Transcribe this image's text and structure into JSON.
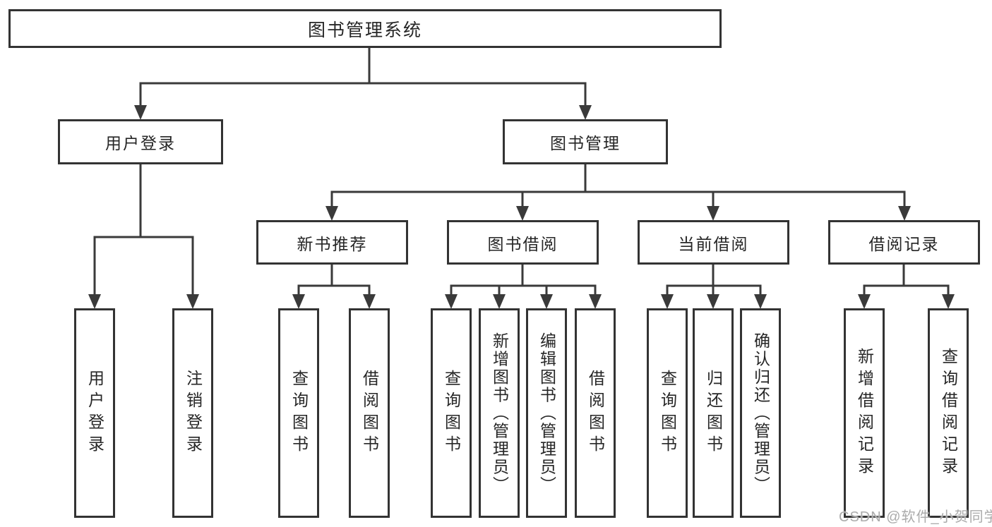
{
  "nodes": {
    "root": "图书管理系统",
    "user_login": "用户登录",
    "book_mgmt": "图书管理",
    "new_book_rec": "新书推荐",
    "book_borrow": "图书借阅",
    "current_borrow": "当前借阅",
    "borrow_record": "借阅记录",
    "ul_user_login": "用户登录",
    "ul_logout": "注销登录",
    "nr_query_book": "查询图书",
    "nr_borrow_book": "借阅图书",
    "bb_query_book": "查询图书",
    "bb_add_book": "新增图书（管理员）",
    "bb_edit_book": "编辑图书（管理员）",
    "bb_borrow_book": "借阅图书",
    "cb_query_book": "查询图书",
    "cb_return_book": "归还图书",
    "cb_confirm_return": "确认归还（管理员）",
    "br_add_record": "新增借阅记录",
    "br_query_record": "查询借阅记录"
  },
  "watermark": "CSDN @软件_小贺同学",
  "colors": {
    "line": "#3a3a3a",
    "border": "#333333",
    "text": "#262626",
    "watermark_text": "#ababab",
    "background": "#ffffff"
  }
}
